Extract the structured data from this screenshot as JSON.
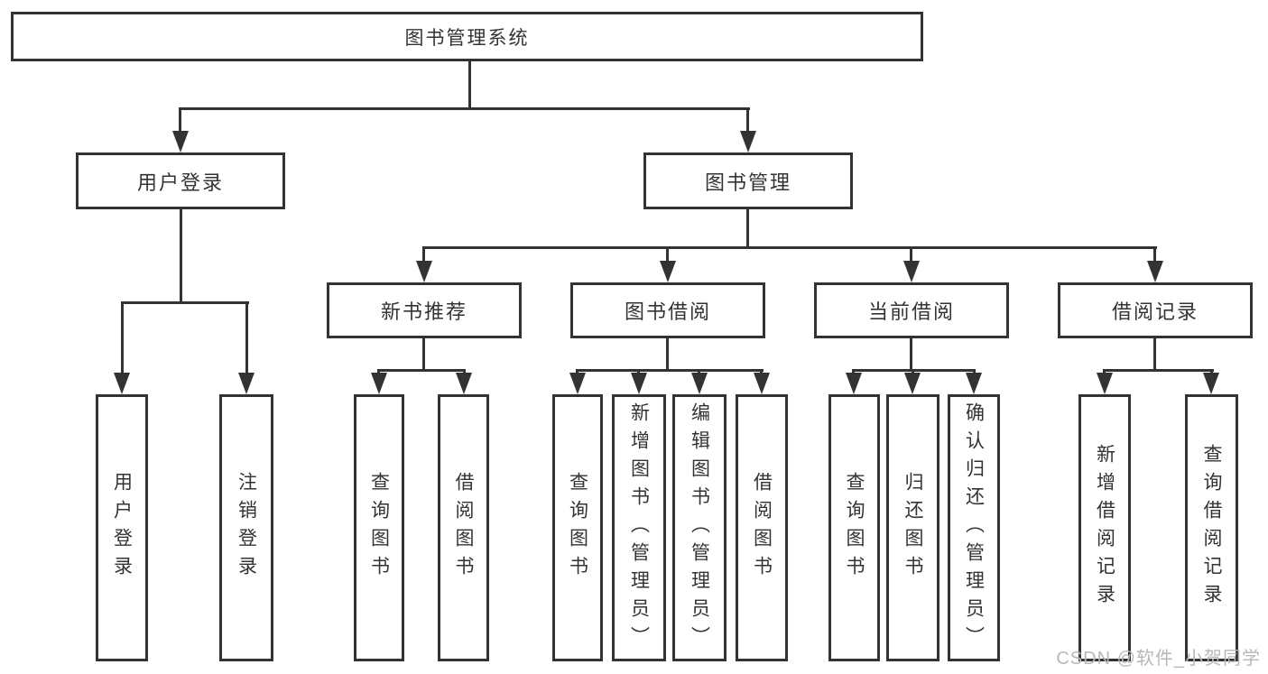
{
  "diagram": {
    "title": "图书管理系统",
    "type": "hierarchy-tree",
    "root": {
      "label": "图书管理系统"
    },
    "level2": [
      {
        "id": "user-login",
        "label": "用户登录"
      },
      {
        "id": "book-management",
        "label": "图书管理"
      }
    ],
    "level3": [
      {
        "id": "new-book-recommend",
        "label": "新书推荐",
        "parent": "图书管理"
      },
      {
        "id": "book-borrow",
        "label": "图书借阅",
        "parent": "图书管理"
      },
      {
        "id": "current-borrow",
        "label": "当前借阅",
        "parent": "图书管理"
      },
      {
        "id": "borrow-records",
        "label": "借阅记录",
        "parent": "图书管理"
      }
    ],
    "leaves": {
      "user_login": [
        {
          "label": "用户登录"
        },
        {
          "label": "注销登录"
        }
      ],
      "new_book": [
        {
          "label": "查询图书"
        },
        {
          "label": "借阅图书"
        }
      ],
      "book_borrow": [
        {
          "label": "查询图书"
        },
        {
          "label": "新增图书（管理员）"
        },
        {
          "label": "编辑图书（管理员）"
        },
        {
          "label": "借阅图书"
        }
      ],
      "current_borrow": [
        {
          "label": "查询图书"
        },
        {
          "label": "归还图书"
        },
        {
          "label": "确认归还（管理员）"
        }
      ],
      "borrow_records": [
        {
          "label": "新增借阅记录"
        },
        {
          "label": "查询借阅记录"
        }
      ]
    }
  },
  "colors": {
    "line": "#333333",
    "text": "#333333",
    "box_fill": "#ffffff",
    "watermark": "#b7b7b7"
  },
  "watermark": {
    "text": "CSDN @软件_小贺同学"
  }
}
